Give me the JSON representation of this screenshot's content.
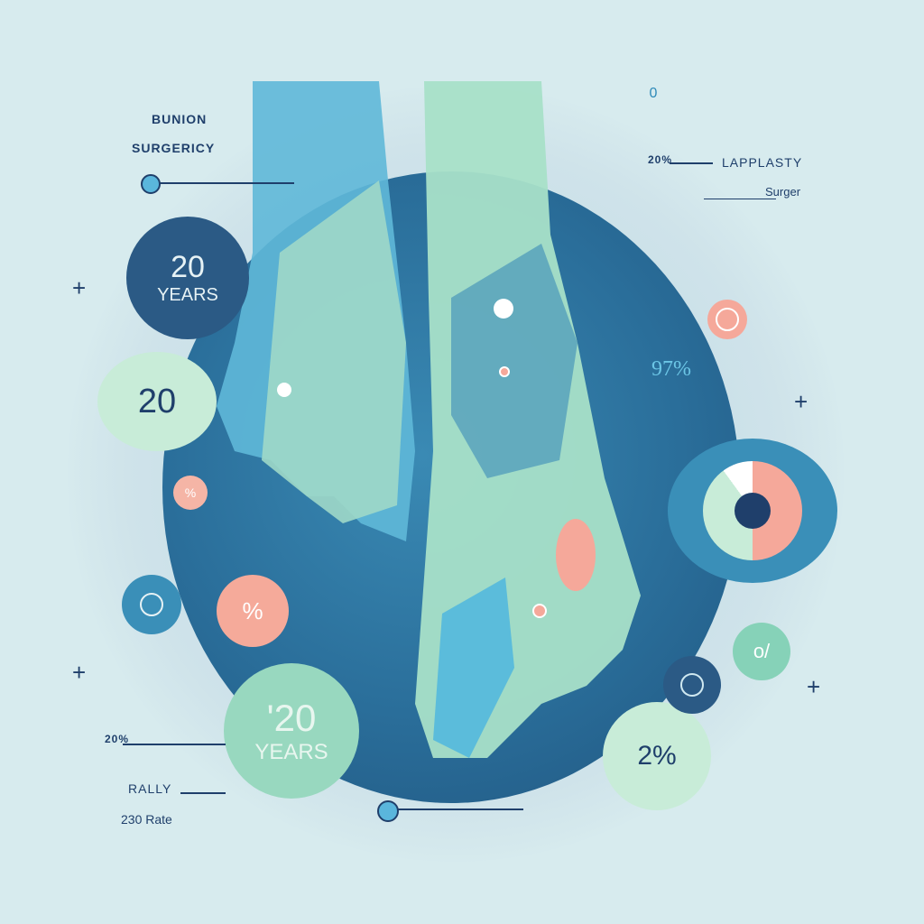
{
  "title": {
    "line1": "BUNION",
    "line2": "SURGERICY"
  },
  "top_right": {
    "pct": "20%",
    "label": "LAPPLASTY",
    "sub": "Surger"
  },
  "badges": {
    "years_top": {
      "num": "20",
      "unit": "YEARS"
    },
    "twenty_left": "20",
    "percent_small": "%",
    "percent_mid": "%",
    "years_bottom": {
      "num": "'20",
      "unit": "YEARS"
    },
    "two_pct": "2%",
    "ninety_seven": "97%",
    "odd_glyph": "o/",
    "top_o": "0"
  },
  "bottom_left": {
    "pct": "20%",
    "rally": "RALLY",
    "rate": "230 Rate"
  },
  "colors": {
    "navy": "#1f3f6b",
    "teal": "#3a8ab4",
    "mint": "#b8e6d0",
    "coral": "#f5a89a",
    "bg": "#d7ebee"
  }
}
